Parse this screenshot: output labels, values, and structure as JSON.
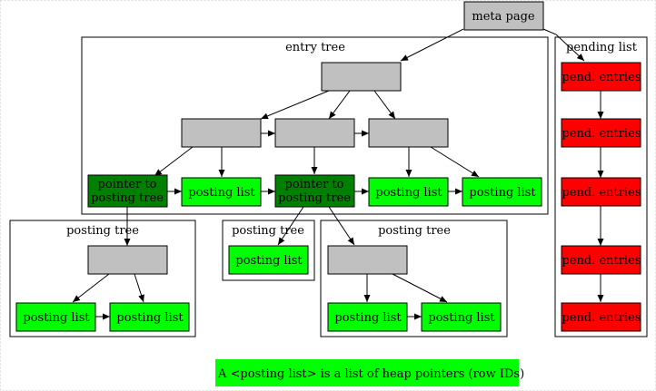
{
  "clusters": {
    "entry_tree": "entry tree",
    "pending_list": "pending list",
    "posting_tree": "posting tree"
  },
  "nodes": {
    "meta_page": "meta page",
    "pointer_to_posting_tree": [
      "pointer to",
      "posting tree"
    ],
    "posting_list": "posting list",
    "pending_entries": "pend. entries"
  },
  "legend": {
    "note": "A <posting list> is a list of heap pointers (row IDs)"
  },
  "colors": {
    "internal_page": "#c0c0c0",
    "posting_list": "#00ff00",
    "pointer_node": "#008000",
    "pending_entry": "#ff0000",
    "edge": "#000000",
    "cluster_border": "#000000"
  }
}
